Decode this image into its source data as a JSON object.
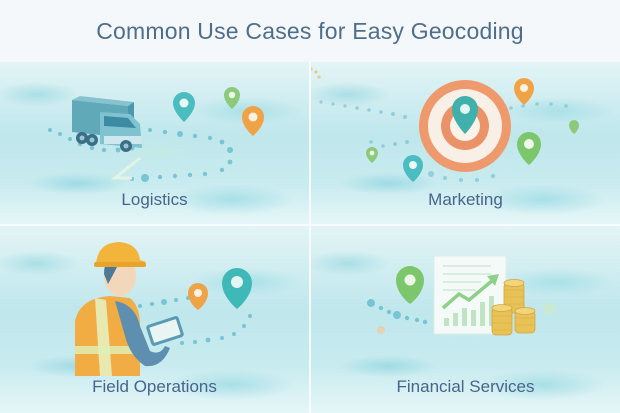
{
  "title": "Common Use Cases for Easy Geocoding",
  "panels": [
    {
      "label": "Logistics",
      "illustration": "delivery-truck-with-map-pins"
    },
    {
      "label": "Marketing",
      "illustration": "target-with-map-pins"
    },
    {
      "label": "Field Operations",
      "illustration": "field-worker-with-tablet"
    },
    {
      "label": "Financial Services",
      "illustration": "growth-chart-with-coins"
    }
  ],
  "colors": {
    "title": "#4e6e8c",
    "label": "#48648a",
    "pin_teal": "#4bbcc0",
    "pin_green": "#8cc97a",
    "pin_orange": "#f0a346",
    "target_orange": "#ef9a6c",
    "hardhat_yellow": "#f2b43a",
    "coin_gold": "#e9c257"
  }
}
